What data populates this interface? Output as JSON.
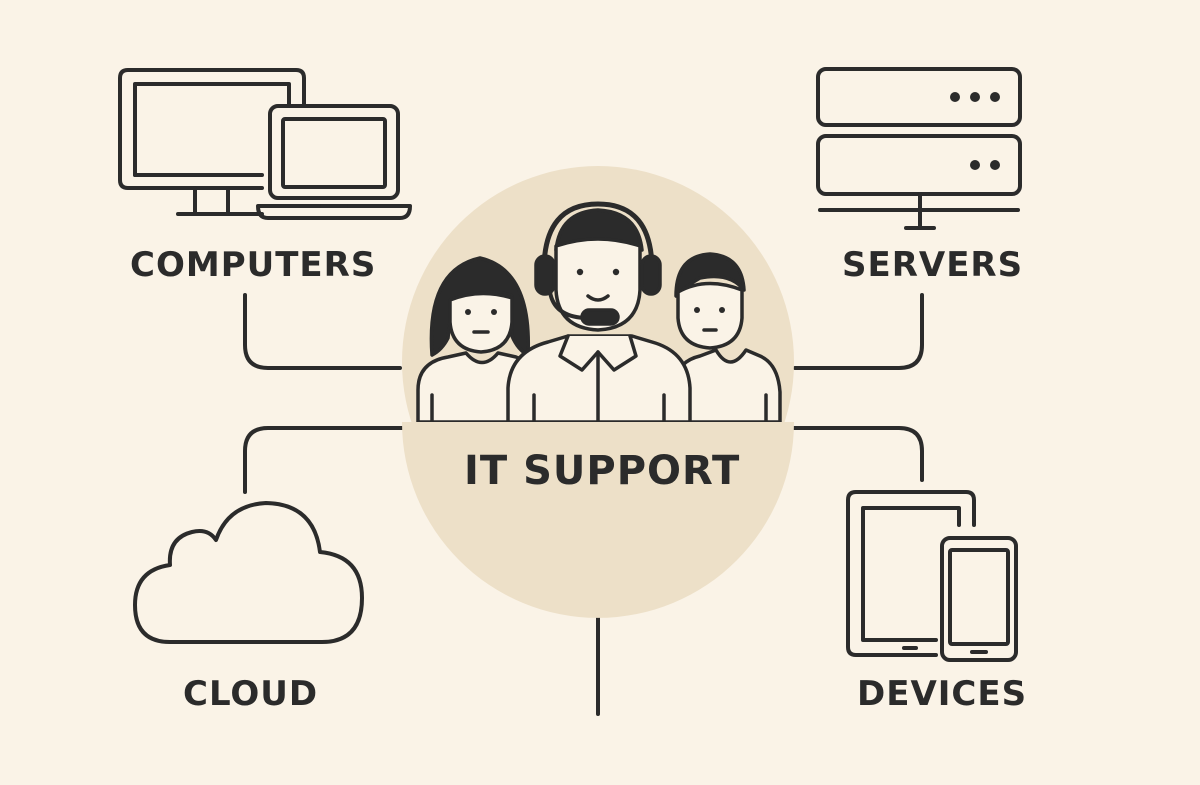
{
  "center": {
    "label": "IT SUPPORT"
  },
  "nodes": {
    "computers": {
      "label": "COMPUTERS",
      "icon": "computer-laptop-icon"
    },
    "servers": {
      "label": "SERVERS",
      "icon": "server-rack-icon"
    },
    "cloud": {
      "label": "CLOUD",
      "icon": "cloud-icon"
    },
    "devices": {
      "label": "DEVICES",
      "icon": "tablet-phone-icon"
    }
  },
  "colors": {
    "background": "#FAF3E7",
    "hub": "#EDE0C8",
    "stroke": "#2b2b2b"
  }
}
